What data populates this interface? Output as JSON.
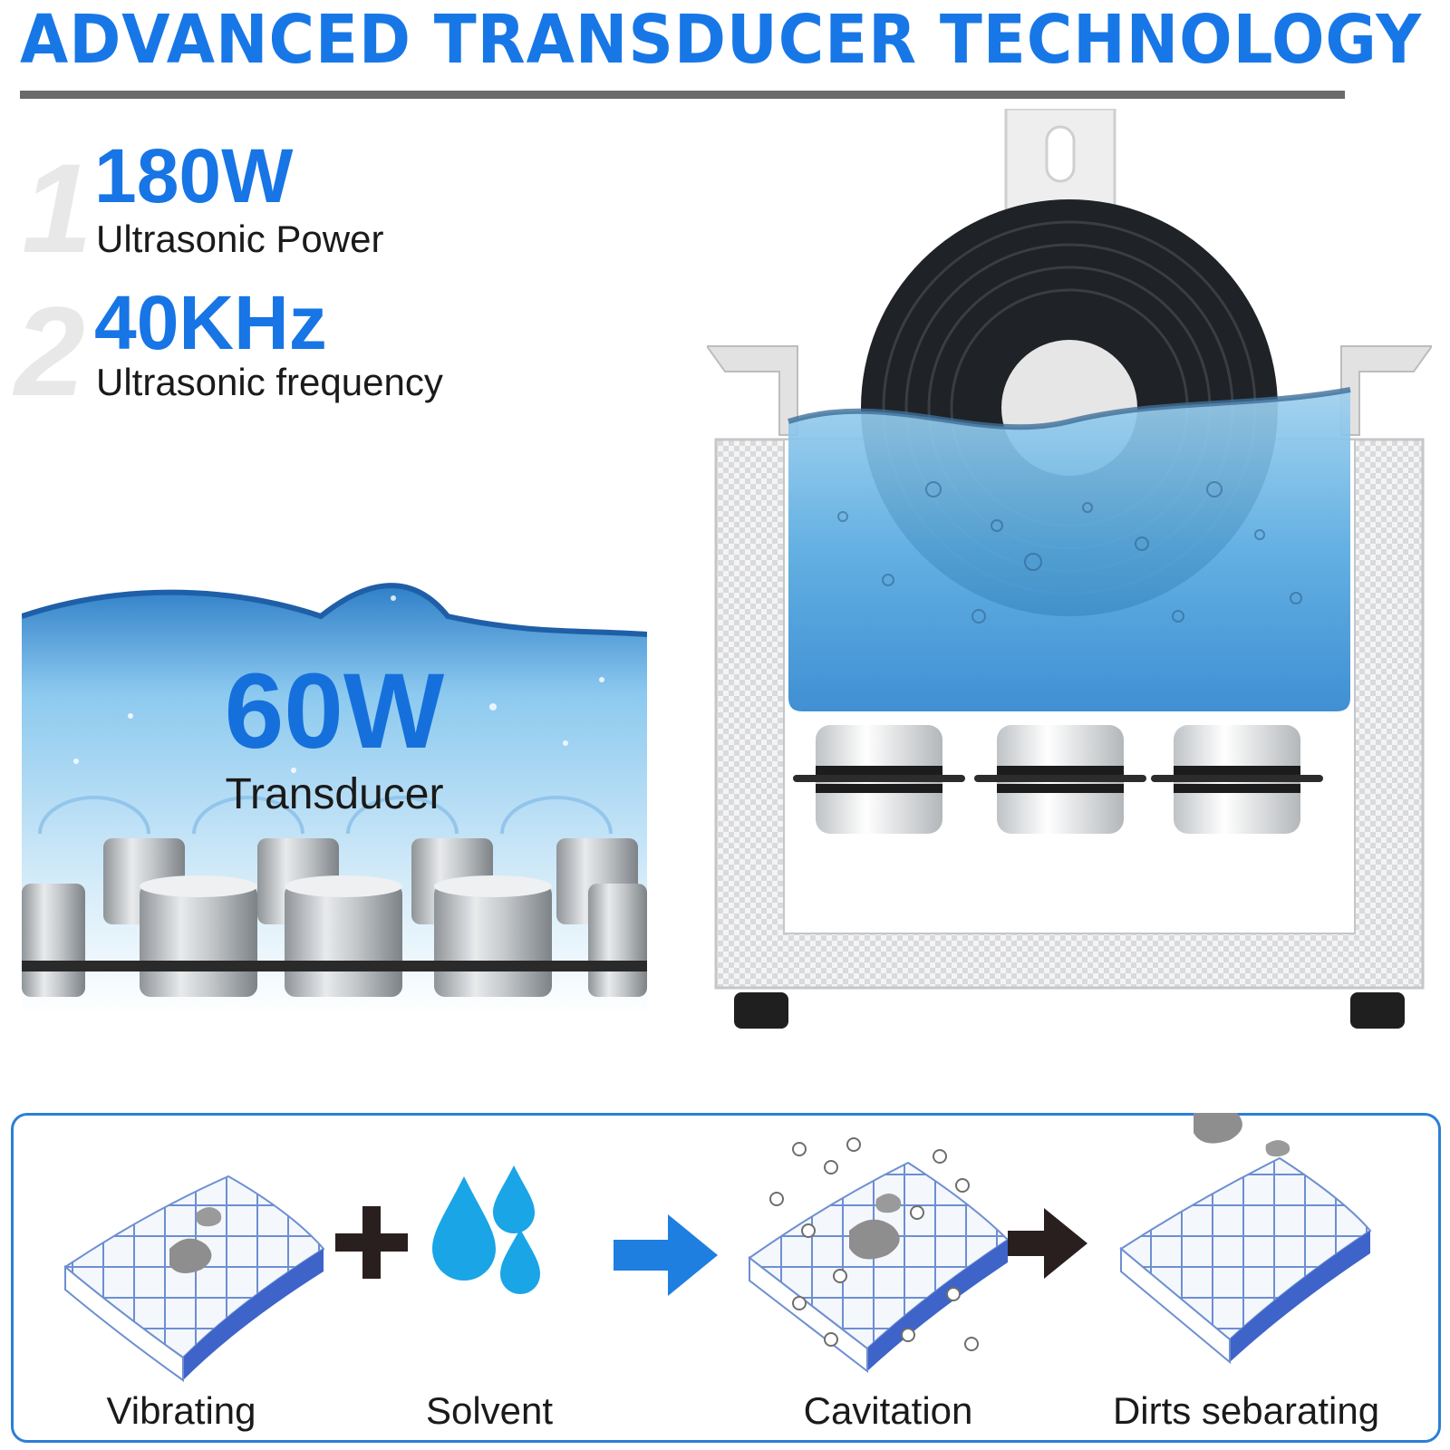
{
  "header": {
    "title": "ADVANCED TRANSDUCER TECHNOLOGY"
  },
  "specs": [
    {
      "index": "1",
      "value": "180W",
      "label": "Ultrasonic Power"
    },
    {
      "index": "2",
      "value": "40KHz",
      "label": "Ultrasonic  frequency"
    }
  ],
  "transducer_panel": {
    "value": "60W",
    "label": "Transducer"
  },
  "process": {
    "steps": [
      {
        "label": "Vibrating"
      },
      {
        "label": "Solvent"
      },
      {
        "label": "Cavitation"
      },
      {
        "label": "Dirts sebarating"
      }
    ],
    "operators": [
      "plus-icon",
      "arrow-right-icon",
      "arrow-right-icon"
    ]
  },
  "colors": {
    "brand_blue": "#1877e6",
    "rule_gray": "#6a6a6a",
    "water_blue": "#4aa3de",
    "process_border": "#2b7fd7"
  }
}
